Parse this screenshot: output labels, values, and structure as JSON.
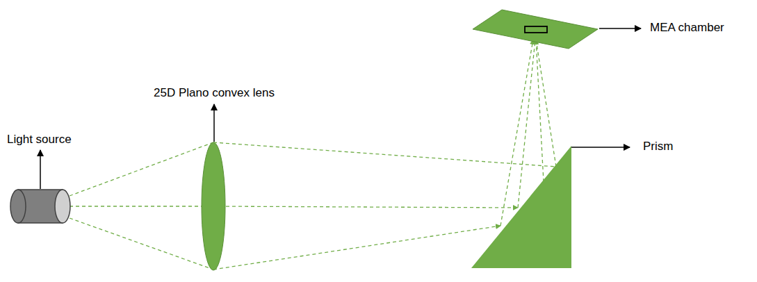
{
  "diagram": {
    "labels": [
      "Light source",
      "25D Plano convex lens",
      "Prism",
      "MEA chamber"
    ]
  }
}
